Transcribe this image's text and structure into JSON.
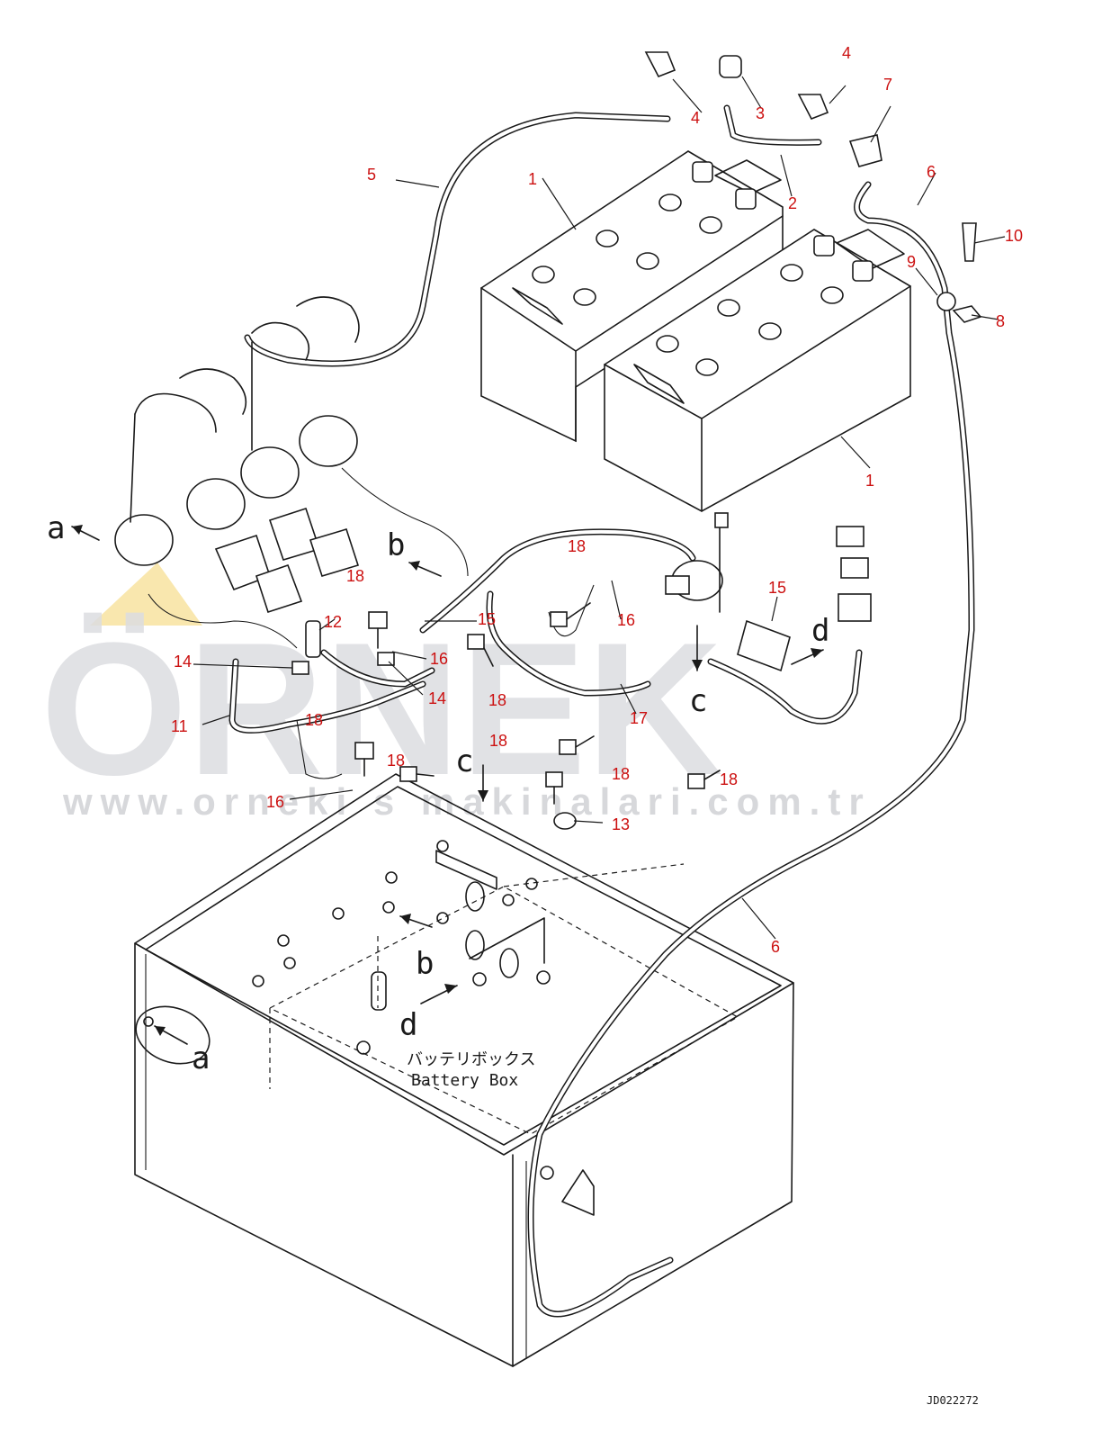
{
  "watermark": {
    "brand": "ÖRNEK",
    "url": "www.orneki s makinalari.com.tr",
    "accent_color": "#f2c94c"
  },
  "caption": {
    "japanese": "バッテリボックス",
    "english": "Battery Box"
  },
  "drawing_code": "JD022272",
  "view_marks": [
    "a",
    "b",
    "c",
    "d"
  ],
  "callout_color": "#cc1111",
  "callouts": [
    "1",
    "2",
    "3",
    "4",
    "5",
    "6",
    "7",
    "8",
    "9",
    "10",
    "11",
    "12",
    "13",
    "14",
    "15",
    "16",
    "17",
    "18"
  ]
}
